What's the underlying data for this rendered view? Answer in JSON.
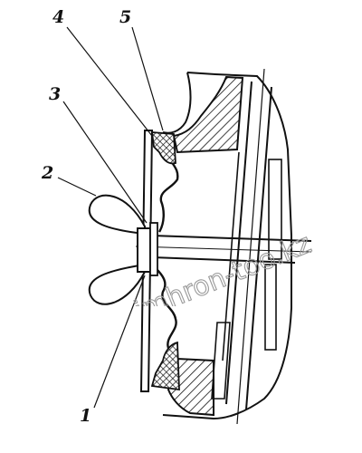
{
  "callouts": [
    {
      "label": "1"
    },
    {
      "label": "2"
    },
    {
      "label": "3"
    },
    {
      "label": "4"
    },
    {
      "label": "5"
    }
  ],
  "watermark": "www.simhron-too.kz",
  "colors": {
    "ink": "#111111",
    "watermark": "#9a9a9a",
    "background": "#ffffff"
  }
}
